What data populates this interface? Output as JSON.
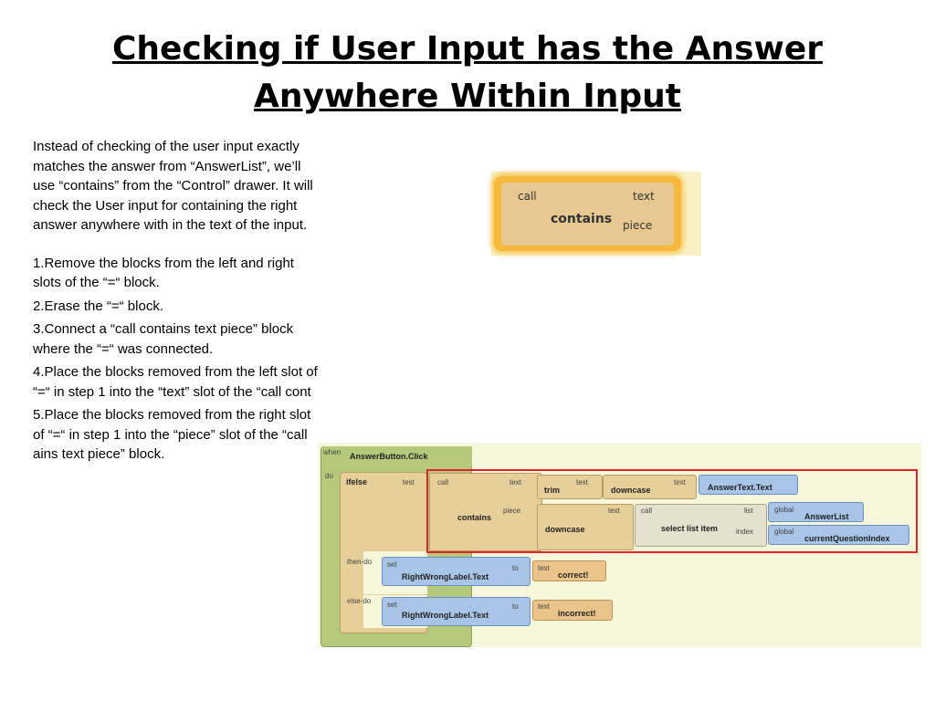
{
  "title": {
    "line1": "Checking if User Input has the Answer",
    "line2": "Anywhere Within Input"
  },
  "intro": "Instead of checking of the user input exactly matches the answer from “AnswerList”, we’ll use “contains” from the “Control” drawer. It will check the User input for containing the right answer anywhere with in the text of the input.",
  "steps": [
    "1.Remove the blocks from the left and right slots of the “=“ block.",
    "2.Erase the “=“ block.",
    "3.Connect a “call contains text piece” block where the “=“ was connected.",
    "4.Place the blocks removed from the left slot of “=“ in step 1 into the “text” slot of the “call cont",
    "5.Place the blocks removed from the right slot of “=“ in step 1 into the “piece” slot of the “call ains text piece” block."
  ],
  "contains_block": {
    "call": "call",
    "name": "contains",
    "text": "text",
    "piece": "piece"
  },
  "program": {
    "when": "when",
    "do": "do",
    "event": "AnswerButton.Click",
    "ifelse": "ifelse",
    "test": "test",
    "then_do": "then-do",
    "else_do": "else-do",
    "call": "call",
    "call2": "call",
    "contains": "contains",
    "text": "text",
    "text2": "text",
    "text3": "text",
    "text4": "text",
    "text5": "text",
    "text6": "text",
    "piece": "piece",
    "trim": "trim",
    "downcase": "downcase",
    "downcase2": "downcase",
    "answer_text": "AnswerText.Text",
    "select_list_item": "select list item",
    "list": "list",
    "index": "index",
    "global": "global",
    "global2": "global",
    "answer_list": "AnswerList",
    "current_index": "currentQuestionIndex",
    "set": "set",
    "set2": "set",
    "to": "to",
    "to2": "to",
    "label1": "RightWrongLabel.Text",
    "label2": "RightWrongLabel.Text",
    "correct": "correct!",
    "incorrect": "incorrect!"
  },
  "colors": {
    "highlight_border": "#e0242a",
    "contains_glow": "#f6b93e",
    "event_block": "#b5c97c",
    "control_block": "#e6cf99",
    "text_block": "#ebc48c",
    "variable_block": "#a8c4e6"
  }
}
